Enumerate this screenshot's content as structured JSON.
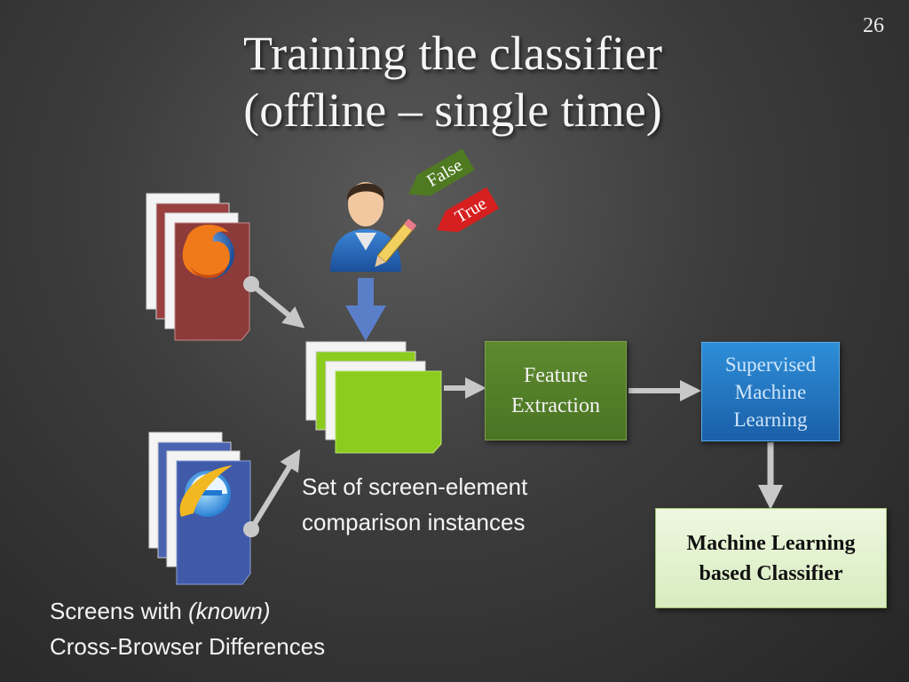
{
  "slide": {
    "number": "26",
    "title_line1": "Training the classifier",
    "title_line2": "(offline – single time)"
  },
  "labels": {
    "false_tag": "False",
    "true_tag": "True",
    "feature_line1": "Feature",
    "feature_line2": "Extraction",
    "supervised_line1": "Supervised",
    "supervised_line2": "Machine",
    "supervised_line3": "Learning",
    "classifier_line1": "Machine Learning",
    "classifier_line2": "based Classifier",
    "set_line1": "Set of screen-element",
    "set_line2": "comparison instances",
    "screens_line1_prefix": "Screens with ",
    "screens_line1_italic": "(known)",
    "screens_line2": "Cross-Browser Differences"
  },
  "colors": {
    "firefox_pages": "#8c3a3a",
    "ie_pages": "#3f5aa8",
    "instance_pages": "#8ccc1e",
    "arrow_gray": "#c8c8c8",
    "arrow_blue": "#5a7ec8"
  },
  "icons": [
    "firefox-icon",
    "internet-explorer-icon",
    "user-with-pencil-icon"
  ]
}
